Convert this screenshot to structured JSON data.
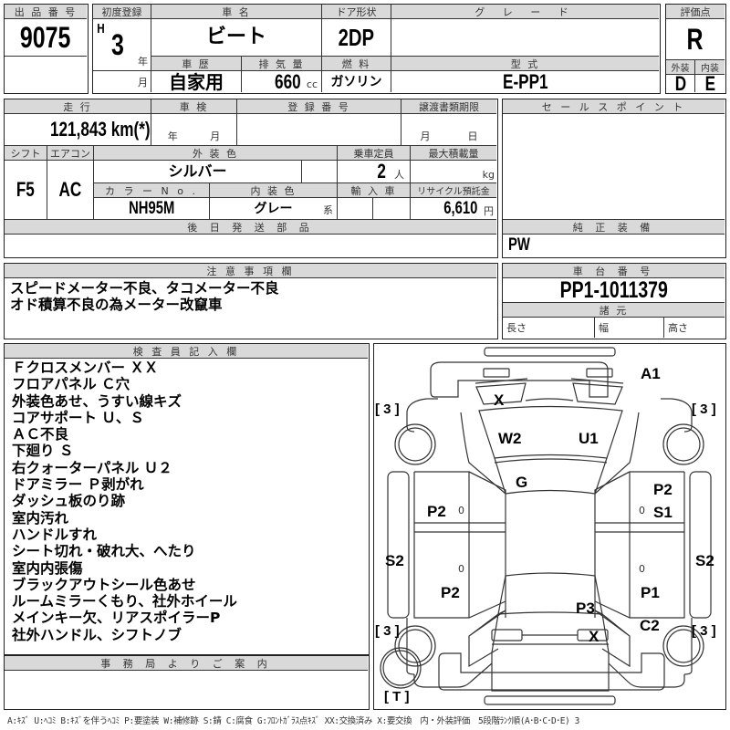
{
  "listing": {
    "lot_no_label": "出 品 番 号",
    "lot_no": "9075",
    "first_reg_label": "初度登録",
    "era": "H",
    "year": "3",
    "year_unit": "年",
    "month_unit": "月",
    "car_name_label": "車 名",
    "car_name": "ビート",
    "door_label": "ドア形状",
    "door": "2DP",
    "grade_label": "グ レ ー ド",
    "grade": "",
    "score_label": "評価点",
    "score": "R",
    "history_label": "車 歴",
    "history": "自家用",
    "displacement_label": "排 気 量",
    "displacement": "660",
    "displacement_unit": "cc",
    "fuel_label": "燃 料",
    "fuel": "ガソリン",
    "model_label": "型 式",
    "model": "E-PP1",
    "exterior_label": "外装",
    "exterior": "D",
    "interior_label": "内装",
    "interior": "E"
  },
  "details": {
    "mileage_label": "走 行",
    "mileage": "121,843 km(*)",
    "inspection_label": "車 検",
    "inspection_year_unit": "年",
    "inspection_month_unit": "月",
    "reg_no_label": "登 録 番 号",
    "reg_no": "",
    "transfer_label": "譲渡書類期限",
    "transfer_month_unit": "月",
    "transfer_day_unit": "日",
    "shift_label": "シフト",
    "shift": "F5",
    "ac_label": "エアコン",
    "ac": "AC",
    "color_label": "外 装 色",
    "color": "シルバー",
    "capacity_label": "乗車定員",
    "capacity": "2",
    "capacity_unit": "人",
    "max_load_label": "最大積載量",
    "max_load": "",
    "max_load_unit": "kg",
    "color_no_label": "カ ラ ー N o .",
    "color_no": "NH95M",
    "interior_color_label": "内 装 色",
    "interior_color": "グレー",
    "interior_color_suffix": "系",
    "import_label": "輸 入 車",
    "recycle_label": "リサイクル預託金",
    "recycle_fee": "6,610",
    "recycle_unit": "円",
    "later_parts_label": "後 日 発 送 部 品",
    "later_parts": ""
  },
  "sales_point": {
    "label": "セ ー ル ス ポ イ ン ト",
    "text": "",
    "equipment_label": "純 正 装 備",
    "equipment": "PW"
  },
  "notes": {
    "label": "注 意 事 項 欄",
    "lines": [
      "スピードメーター不良、タコメーター不良",
      "オド積算不良の為メーター改竄車"
    ]
  },
  "chassis": {
    "label": "車 台 番 号",
    "number": "PP1-1011379",
    "specs_label": "諸 元",
    "length_label": "長さ",
    "width_label": "幅",
    "height_label": "高さ"
  },
  "inspector": {
    "label": "検 査 員 記 入 欄",
    "lines": [
      "Ｆクロスメンバー ＸＸ",
      "フロアパネル Ｃ穴",
      "外装色あせ、うすい線キズ",
      "コアサポート Ｕ、Ｓ",
      "ＡＣ不良",
      "下廻り Ｓ",
      "右クォーターパネル Ｕ２",
      "ドアミラー Ｐ剥がれ",
      "ダッシュ板のり跡",
      "室内汚れ",
      "ハンドルすれ",
      "シート切れ・破れ大、へたり",
      "室内内張傷",
      "ブラックアウトシール色あせ",
      "ルームミラーくもり、社外ホイール",
      "メインキー欠、リアスポイラーP",
      "社外ハンドル、シフトノブ"
    ]
  },
  "office": {
    "label": "事 務 局 よ り ご 案 内",
    "text": ""
  },
  "diagram": {
    "marks": {
      "front_bumper": "A1",
      "headlight_left": "X",
      "hood_left": "W2",
      "hood_right": "U1",
      "windshield": "G",
      "left_front_fender": "P2",
      "right_front_fender_1": "P2",
      "right_front_fender_2": "S1",
      "left_sill": "S2",
      "right_sill": "S2",
      "left_quarter": "P2",
      "right_quarter": "P1",
      "trunk": "P3",
      "right_rear": "C2",
      "tail_right": "X"
    },
    "tire_marks": {
      "front_left": "[ 3 ]",
      "front_right": "[ 3 ]",
      "rear_left": "[ 3 ]",
      "rear_right": "[ 3 ]",
      "spare": "[ T ]"
    },
    "door_marks": [
      "0",
      "0",
      "0",
      "0"
    ]
  },
  "legend": "A:ｷｽﾞ U:ﾍｺﾐ B:ｷｽﾞを伴うﾍｺﾐ P:要塗装 W:補修跡 S:錆 C:腐食 G:ﾌﾛﾝﾄｶﾞﾗｽ点ｷｽﾞ XX:交換済み X:要交換　内・外装評価　5段階ﾗﾝｸ順(A･B･C･D･E) 3"
}
